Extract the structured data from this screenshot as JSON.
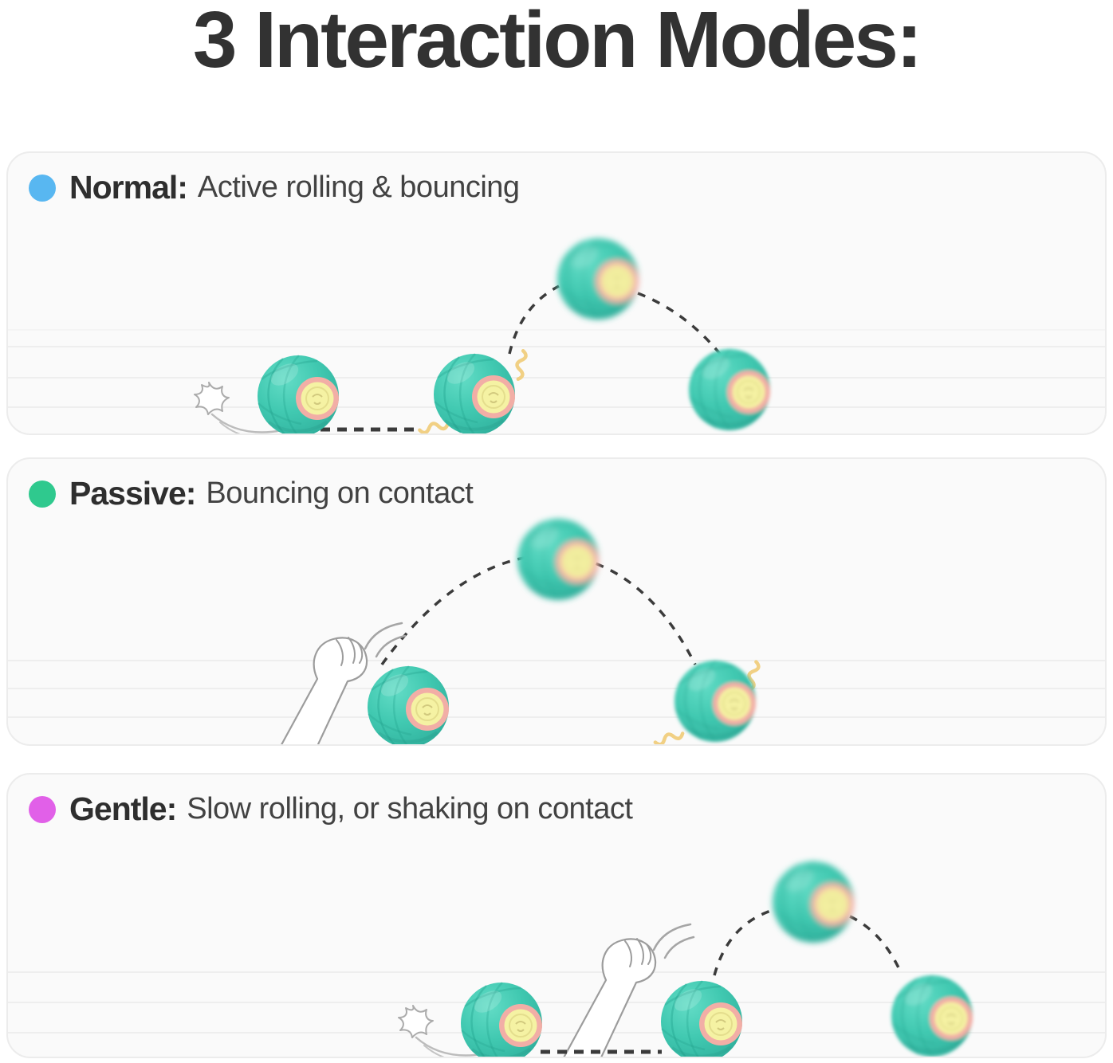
{
  "title": "3 Interaction Modes:",
  "modes": [
    {
      "name": "Normal:",
      "description": "Active rolling & bouncing",
      "color": "#58B7F1"
    },
    {
      "name": "Passive:",
      "description": "Bouncing on contact",
      "color": "#2FC98E"
    },
    {
      "name": "Gentle:",
      "description": "Slow rolling, or shaking on contact",
      "color": "#E160E8"
    }
  ],
  "icons": {
    "ball": "pet-ball",
    "paw": "cat-paw",
    "swoosh": "impact-swoosh",
    "vibration": "vibration-squiggle",
    "trajectory": "dashed-bounce-trajectory"
  },
  "colors": {
    "title_text": "#323232",
    "body_text": "#424242",
    "card_background": "#fafafa",
    "card_border": "#ececec",
    "wall_line": "#e9e9e9",
    "trajectory": "#3b3b3b",
    "ball_shell": "#3EC7AF",
    "ball_ring": "#F2AEA6",
    "ball_center": "#F5F2A3",
    "vibration": "#F1D084"
  }
}
